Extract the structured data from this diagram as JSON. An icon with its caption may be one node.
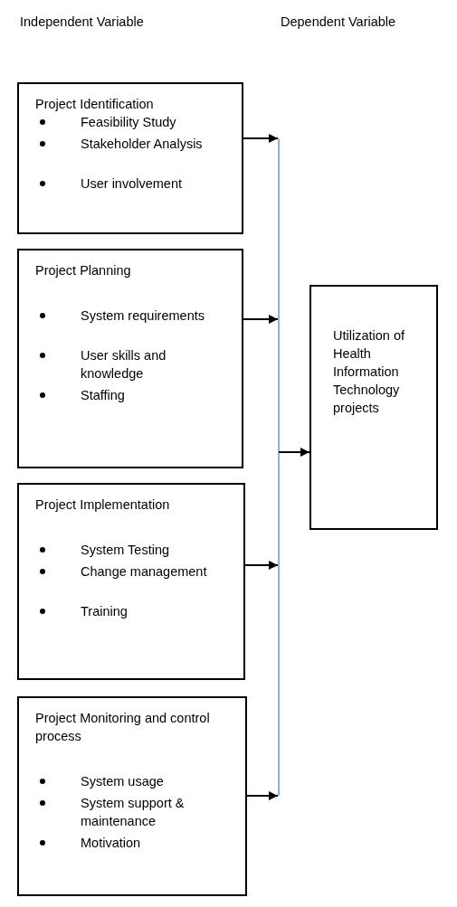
{
  "diagram": {
    "nodes": [
      {
        "text": [
          "Project Identification",
          "Feasibility Study",
          "Stakeholder Analysis",
          "User involvement"
        ]
      },
      {
        "text": [
          "Project Planning",
          "System requirements",
          "User skills and knowledge",
          "Staffing"
        ]
      },
      {
        "text": [
          "Project Implementation",
          "System Testing",
          "Change management",
          "Training"
        ]
      },
      {
        "text": [
          "Project Monitoring and control process",
          "System usage",
          "System support & maintenance",
          "Motivation"
        ]
      },
      {
        "text": [
          "Utilization of Health Information Technology projects"
        ]
      }
    ],
    "edges": [
      {
        "from": 0,
        "to": 4,
        "arrow": "to"
      },
      {
        "from": 1,
        "to": 4,
        "arrow": "to"
      },
      {
        "from": 2,
        "to": 4,
        "arrow": "to"
      },
      {
        "from": 3,
        "to": 4,
        "arrow": "to"
      }
    ],
    "labels": [
      "Independent Variable",
      "Dependent Variable"
    ]
  }
}
